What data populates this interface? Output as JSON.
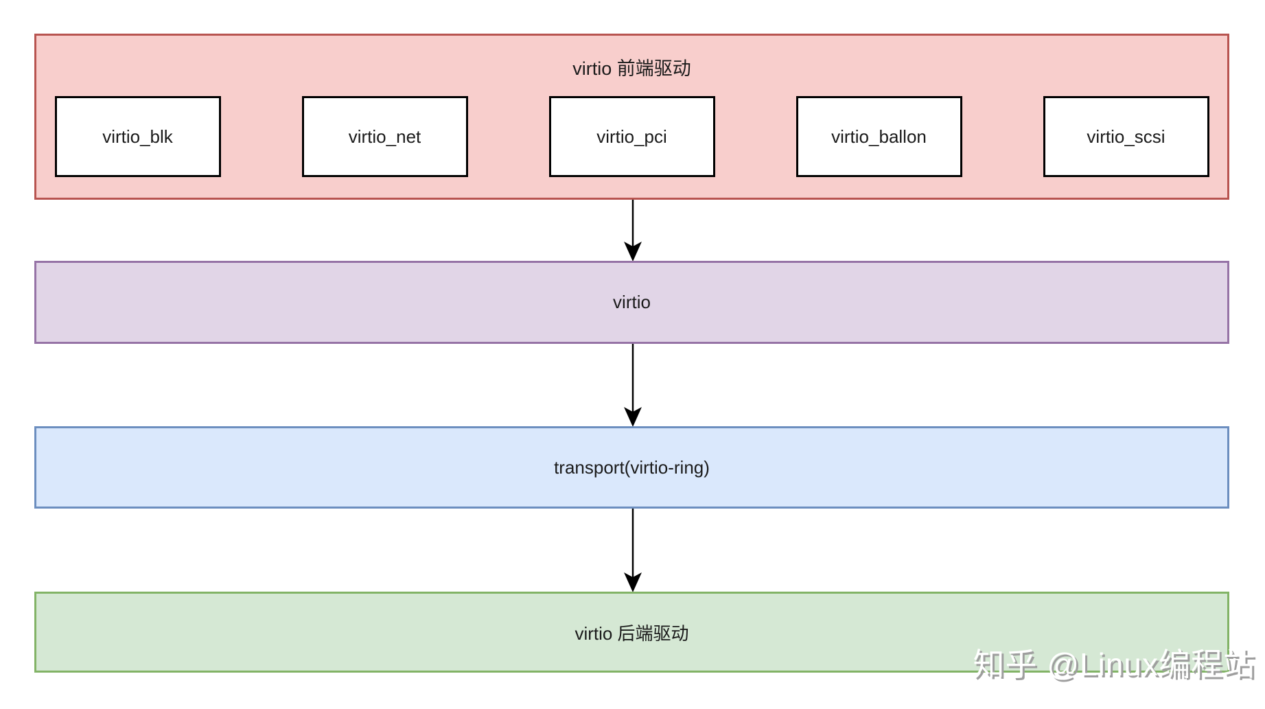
{
  "diagram": {
    "frontend": {
      "title": "virtio 前端驱动",
      "modules": [
        "virtio_blk",
        "virtio_net",
        "virtio_pci",
        "virtio_ballon",
        "virtio_scsi"
      ]
    },
    "layers": [
      {
        "id": "virtio-core",
        "label": "virtio"
      },
      {
        "id": "transport",
        "label": "transport(virtio-ring)"
      },
      {
        "id": "backend",
        "label": "virtio 后端驱动"
      }
    ],
    "colors": {
      "frontend_fill": "#f8cecc",
      "frontend_border": "#b85450",
      "module_fill": "#ffffff",
      "module_border": "#000000",
      "virtio_fill": "#e1d5e7",
      "virtio_border": "#9673a6",
      "transport_fill": "#dae8fc",
      "transport_border": "#6c8ebf",
      "backend_fill": "#d5e8d4",
      "backend_border": "#82b366",
      "arrow": "#000000",
      "text": "#1a1a1a"
    }
  },
  "watermark": {
    "text": "知乎 @Linux编程站"
  }
}
